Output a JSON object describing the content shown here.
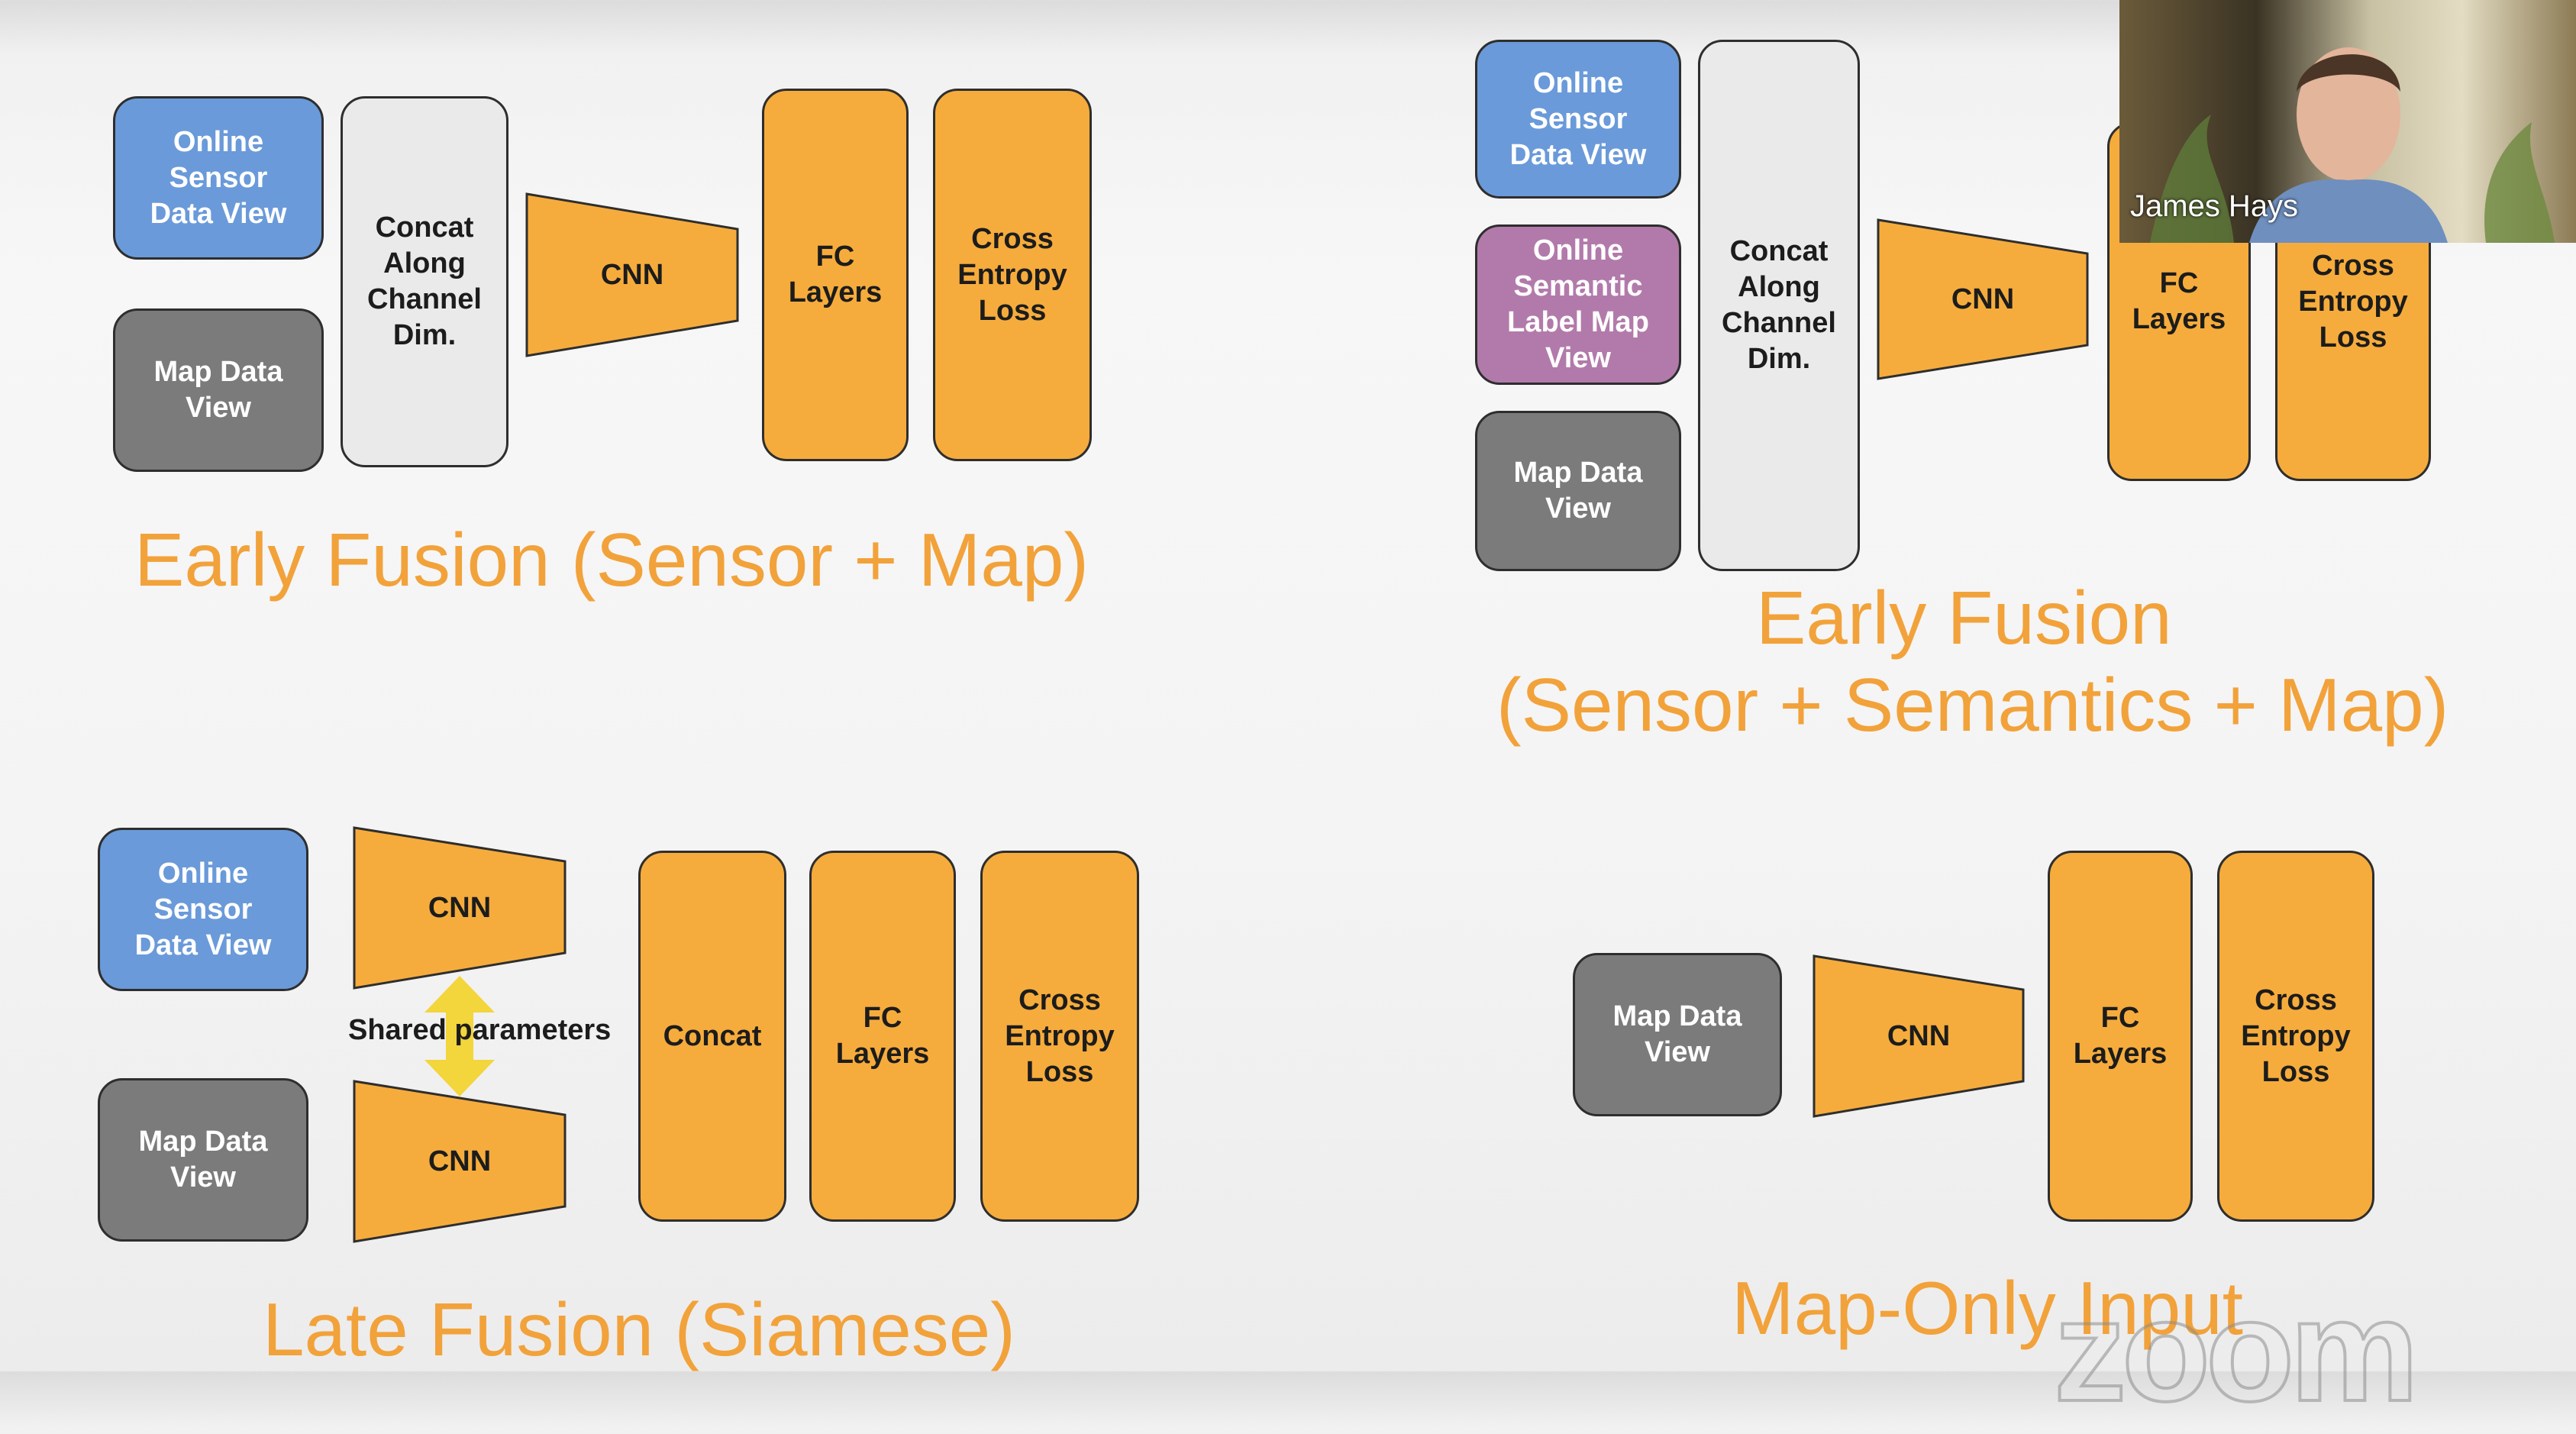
{
  "diagrams": {
    "early_fusion": {
      "sensor": "Online\nSensor\nData View",
      "map": "Map Data\nView",
      "concat": "Concat\nAlong\nChannel\nDim.",
      "cnn": "CNN",
      "fc": "FC\nLayers",
      "loss": "Cross\nEntropy\nLoss",
      "caption": "Early Fusion (Sensor + Map)"
    },
    "early_fusion_semantics": {
      "sensor": "Online\nSensor\nData View",
      "semantic": "Online\nSemantic\nLabel Map\nView",
      "map": "Map Data\nView",
      "concat": "Concat\nAlong\nChannel\nDim.",
      "cnn": "CNN",
      "fc": "FC\nLayers",
      "loss": "Cross\nEntropy\nLoss",
      "caption_line1": "Early Fusion",
      "caption_line2": "(Sensor + Semantics + Map)"
    },
    "late_fusion": {
      "sensor": "Online\nSensor\nData View",
      "map": "Map Data\nView",
      "cnn_top": "CNN",
      "cnn_bottom": "CNN",
      "shared": "Shared parameters",
      "concat": "Concat",
      "fc": "FC\nLayers",
      "loss": "Cross\nEntropy\nLoss",
      "caption": "Late Fusion (Siamese)"
    },
    "map_only": {
      "map": "Map Data\nView",
      "cnn": "CNN",
      "fc": "FC\nLayers",
      "loss": "Cross\nEntropy\nLoss",
      "caption": "Map-Only Input"
    }
  },
  "video": {
    "participant_name": "James Hays"
  },
  "watermark": "zoom",
  "colors": {
    "sensor_blue": "#6a9ad9",
    "map_gray": "#7b7b7b",
    "semantic_purple": "#b27aab",
    "concat_light": "#eaeaea",
    "layer_orange": "#f6ac3c",
    "caption_orange": "#f2a23a"
  }
}
